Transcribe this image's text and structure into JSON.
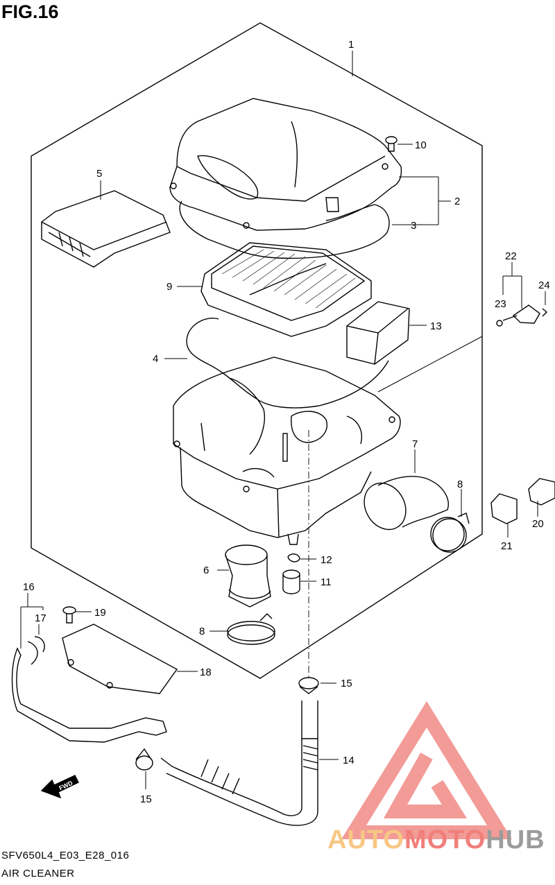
{
  "figure": {
    "title": "FIG.16",
    "code": "SFV650L4_E03_E28_016",
    "name": "AIR CLEANER"
  },
  "watermark": {
    "part1": "AUTO",
    "part2": "MOTO",
    "part3": "HUB",
    "colors": {
      "auto": "#f7c784",
      "moto": "#f07f7a",
      "hub": "#9c9c9c",
      "triangle": "#f08a85"
    }
  },
  "fwd_arrow": {
    "label": "FWD"
  },
  "callouts": [
    "1",
    "2",
    "3",
    "4",
    "5",
    "6",
    "7",
    "8",
    "8",
    "9",
    "10",
    "11",
    "12",
    "13",
    "14",
    "15",
    "15",
    "16",
    "17",
    "18",
    "19",
    "20",
    "21",
    "22",
    "23",
    "24"
  ]
}
